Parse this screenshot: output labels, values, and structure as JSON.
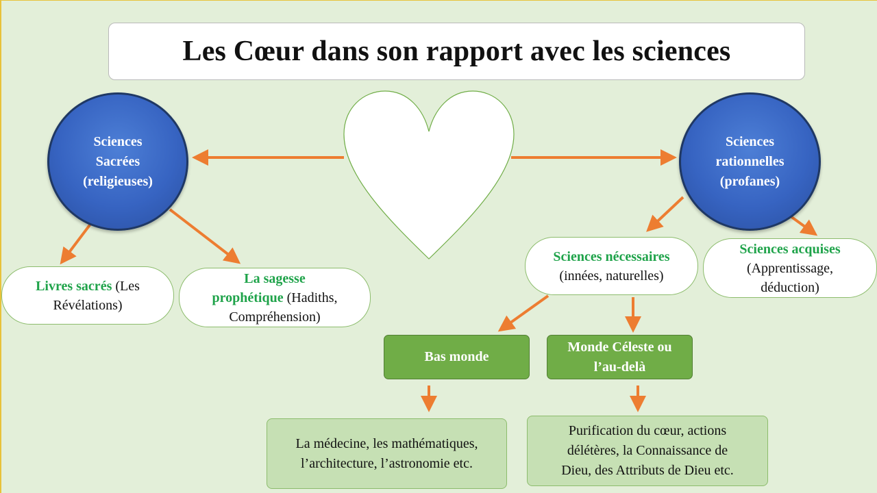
{
  "title": "Les Cœur dans son rapport avec les sciences",
  "nodes": {
    "sacred": {
      "line1": "Sciences",
      "line2": "Sacrées",
      "line3": "(religieuses)"
    },
    "rational": {
      "line1": "Sciences",
      "line2": "rationnelles",
      "line3": "(profanes)"
    },
    "books": {
      "highlight": "Livres sacrés",
      "text1": " (Les",
      "text2": "Révélations)"
    },
    "wisdom": {
      "highlight1": "La sagesse",
      "highlight2": "prophétique",
      "text1": " (Hadiths,",
      "text2": "Compréhension)"
    },
    "necessary": {
      "highlight": "Sciences nécessaires",
      "text": "(innées, naturelles)"
    },
    "acquired": {
      "highlight": "Sciences acquises",
      "text1": "(Apprentissage,",
      "text2": "déduction)"
    },
    "low_world": {
      "label": "Bas monde"
    },
    "celestial": {
      "line1": "Monde Céleste ou",
      "line2": "l’au-delà"
    },
    "low_examples": {
      "line1": "La médecine, les mathématiques,",
      "line2": "l’architecture, l’astronomie etc."
    },
    "celestial_examples": {
      "line1": "Purification du cœur, actions",
      "line2": "délétères, la Connaissance de",
      "line3": "Dieu, des Attributs de Dieu etc."
    }
  },
  "colors": {
    "background": "#e3efd9",
    "arrow": "#ed7d31",
    "circle_fill": "#3764c2",
    "green_highlight": "#1fa34a",
    "green_box": "#70ad47",
    "light_green_box": "#c6e0b4"
  },
  "icons": {
    "center": "heart-icon"
  }
}
